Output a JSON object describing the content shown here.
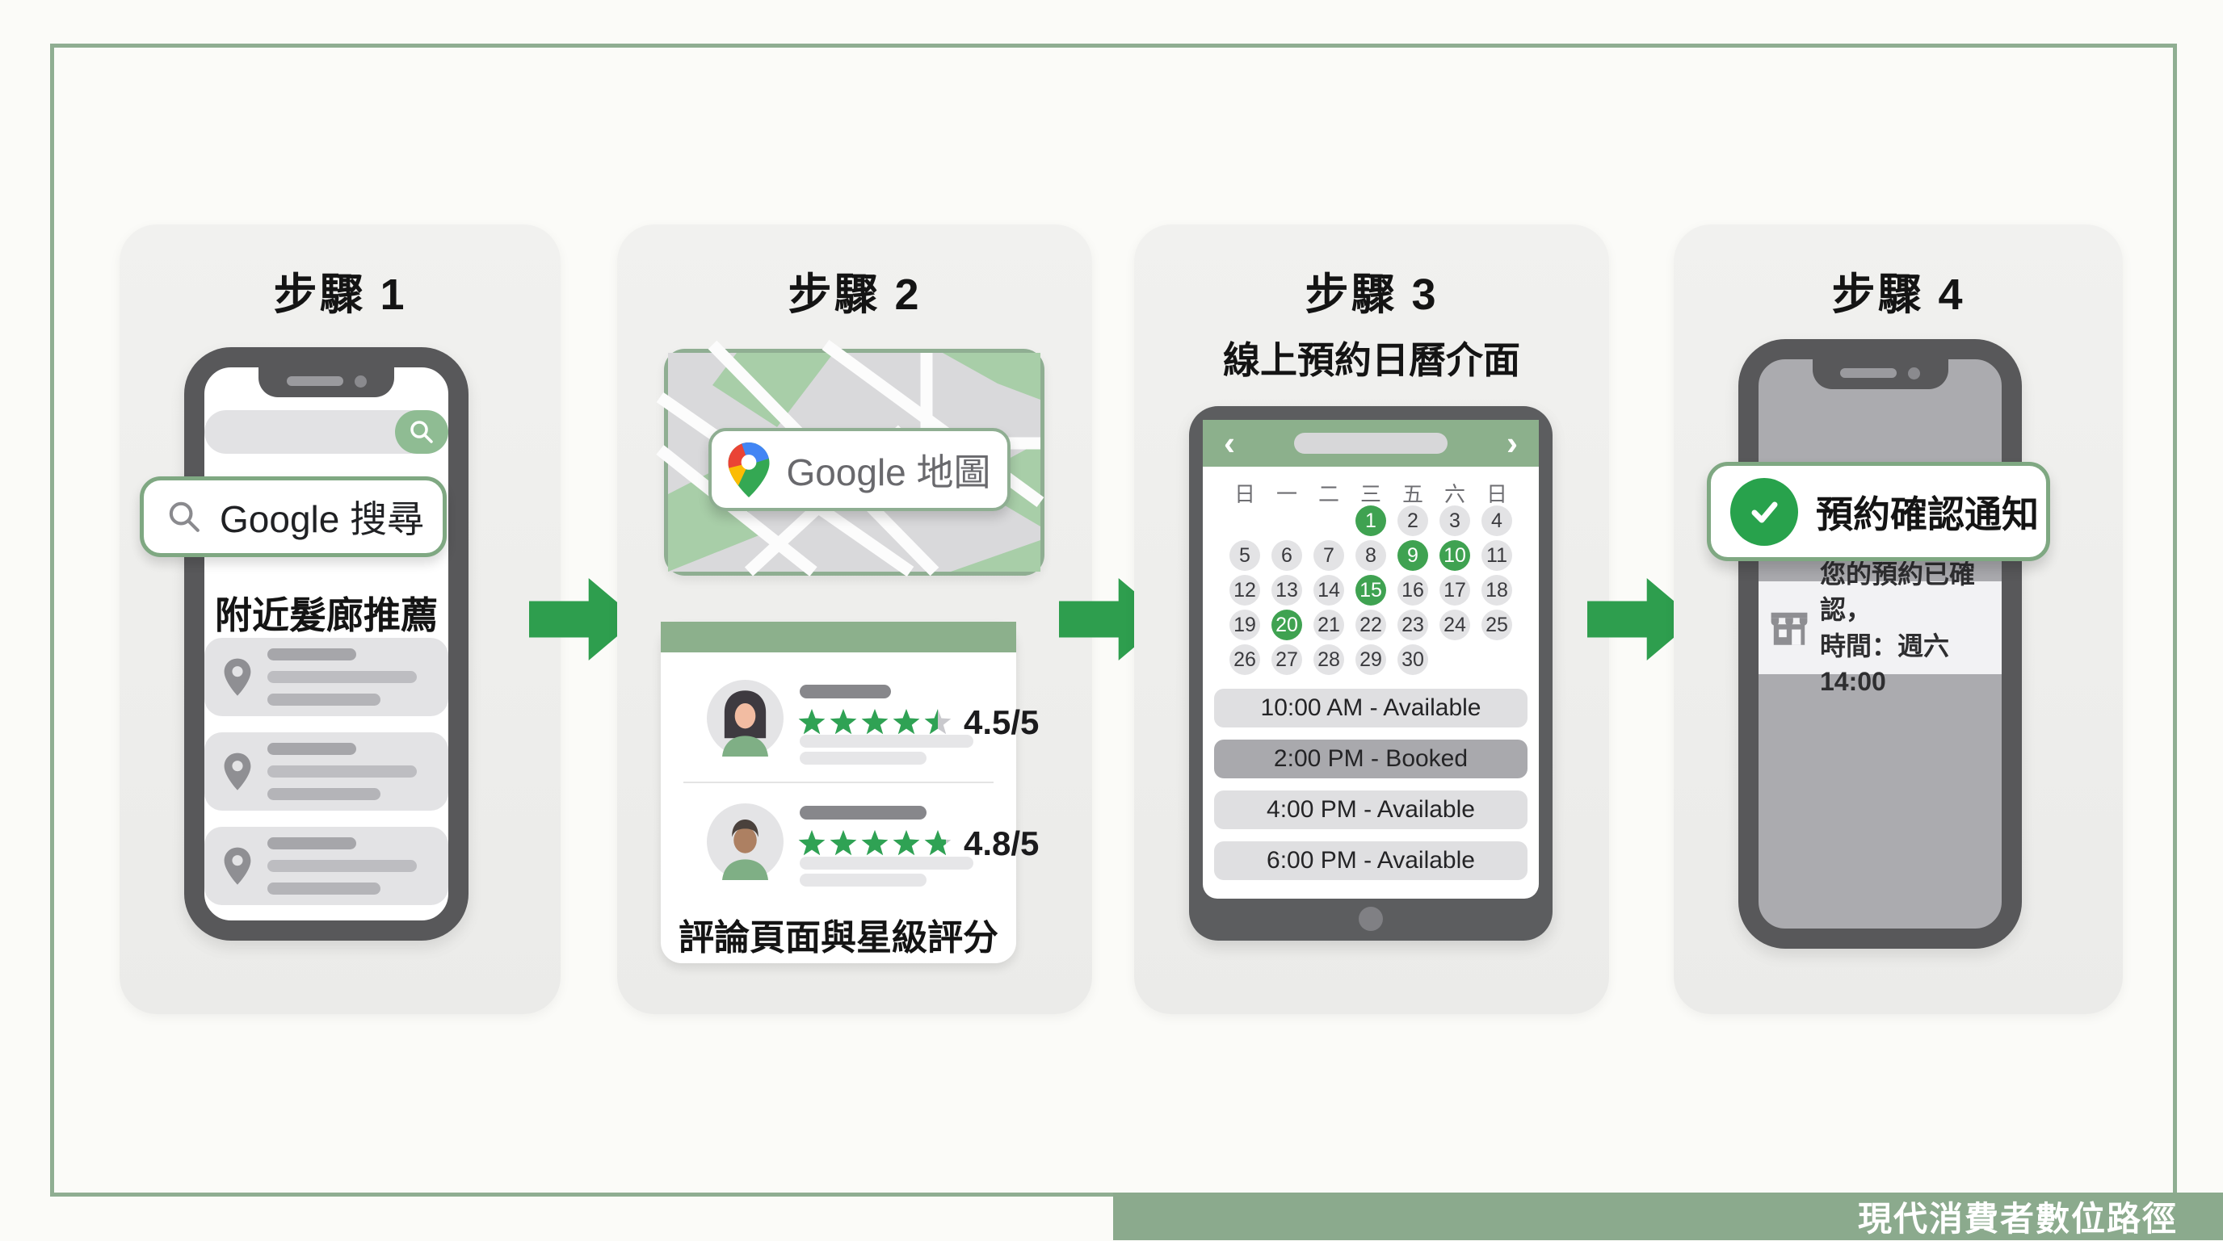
{
  "footer": {
    "label": "現代消費者數位路徑"
  },
  "colors": {
    "arrow_green": "#2E9E4E",
    "frame_sage": "#8FAE92",
    "header_sage": "#8CB08C",
    "selected_day_green": "#3FA251",
    "star_green": "#2FA254",
    "check_green": "#28A24C",
    "search_button_green": "#8FBC93"
  },
  "steps": [
    {
      "title": "步驟 1",
      "search_pill": {
        "icon": "magnifier-icon",
        "label": "Google 搜尋"
      },
      "caption": "附近髮廊推薦",
      "result_items": [
        {
          "icon": "map-pin-icon"
        },
        {
          "icon": "map-pin-icon"
        },
        {
          "icon": "map-pin-icon"
        }
      ]
    },
    {
      "title": "步驟 2",
      "map_pill": {
        "icon": "google-maps-pin-icon",
        "label": "Google 地圖"
      },
      "reviews": [
        {
          "avatar": "woman-avatar",
          "rating": 4.5,
          "rating_label": "4.5/5"
        },
        {
          "avatar": "man-avatar",
          "rating": 4.8,
          "rating_label": "4.8/5"
        }
      ],
      "caption": "評論頁面與星級評分"
    },
    {
      "title": "步驟 3",
      "subtitle": "線上預約日曆介面",
      "calendar": {
        "prev_icon": "‹",
        "next_icon": "›",
        "weekdays": [
          "日",
          "一",
          "二",
          "三",
          "五",
          "六",
          "日"
        ],
        "first_day_column": 4,
        "day_count": 30,
        "highlighted_days": [
          1,
          9,
          10,
          15,
          20
        ]
      },
      "time_slots": [
        {
          "label": "10:00 AM - Available",
          "booked": false
        },
        {
          "label": "2:00 PM - Booked",
          "booked": true
        },
        {
          "label": "4:00 PM - Available",
          "booked": false
        },
        {
          "label": "6:00 PM - Available",
          "booked": false
        }
      ]
    },
    {
      "title": "步驟 4",
      "notification": {
        "icon": "check-circle-icon",
        "label": "預約確認通知"
      },
      "message": {
        "icon": "storefront-icon",
        "line1": "您的預約已確認，",
        "line2": "時間：週六 14:00"
      }
    }
  ]
}
